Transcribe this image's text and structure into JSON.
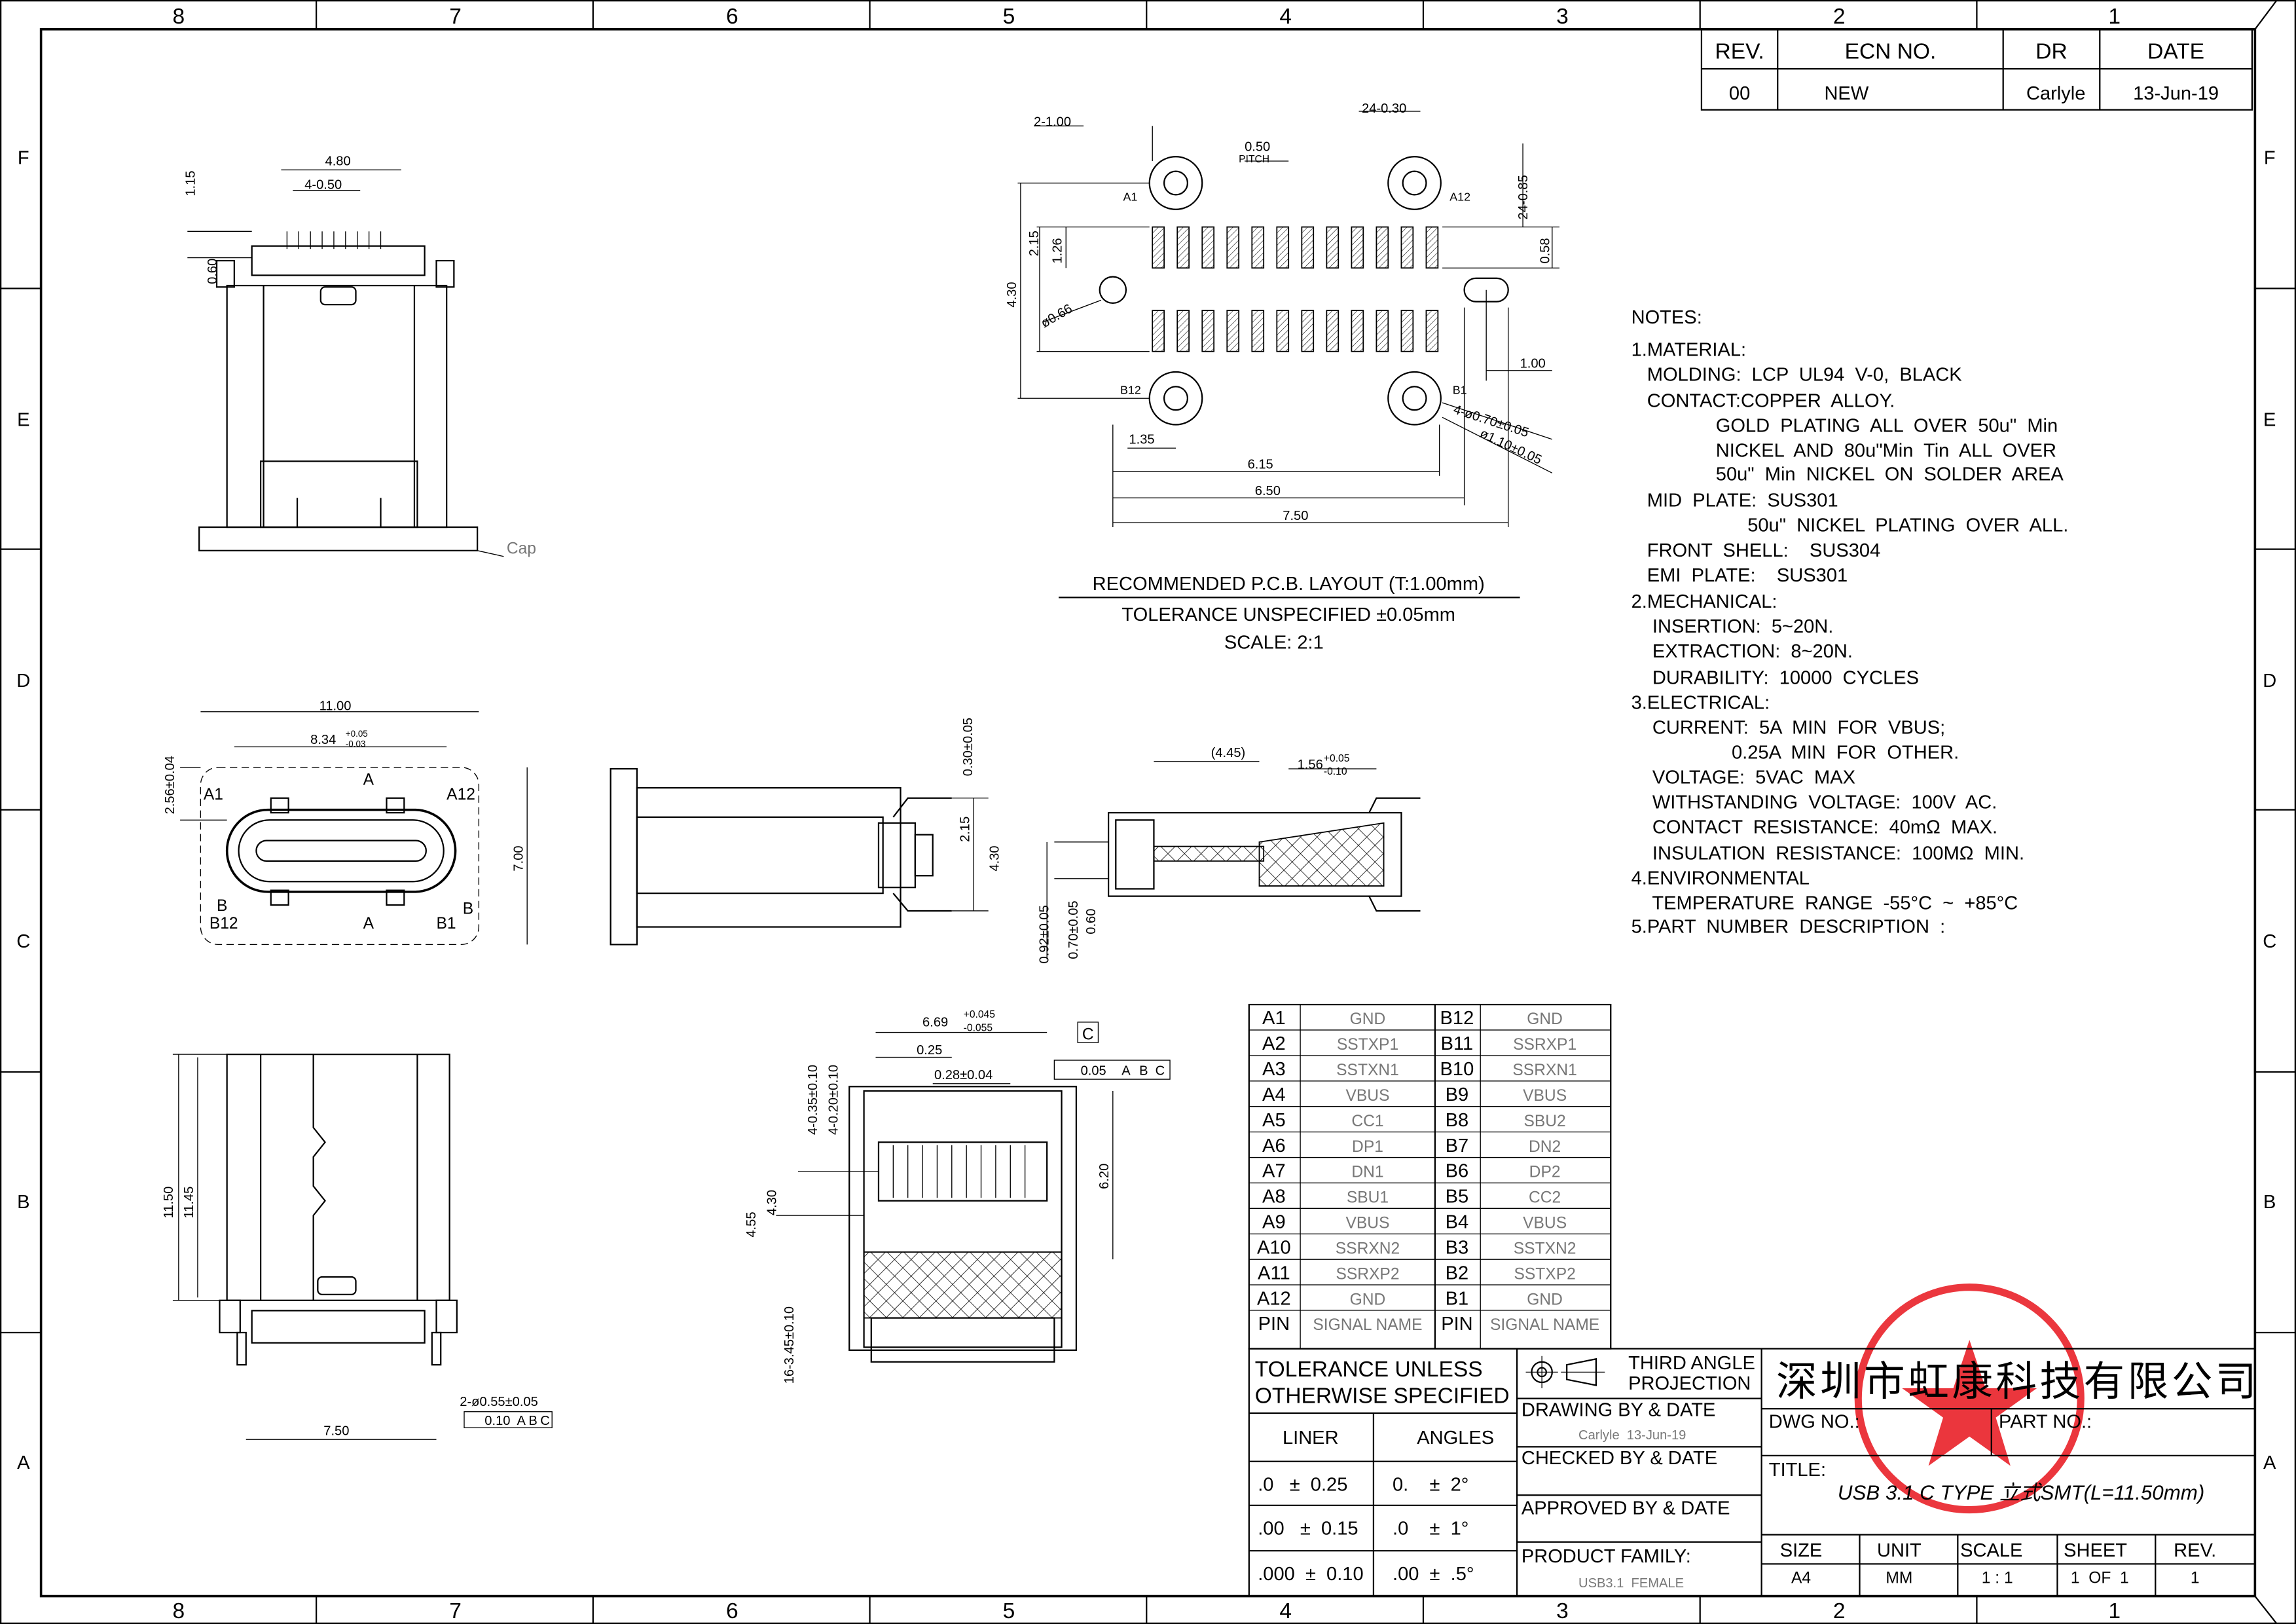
{
  "frame": {
    "columns": [
      "8",
      "7",
      "6",
      "5",
      "4",
      "3",
      "2",
      "1"
    ],
    "rows": [
      "F",
      "E",
      "D",
      "C",
      "B",
      "A"
    ]
  },
  "revision_table": {
    "headers": [
      "REV.",
      "ECN NO.",
      "DR",
      "DATE"
    ],
    "row": [
      "00",
      "NEW",
      "Carlyle",
      "13-Jun-19"
    ]
  },
  "top_view": {
    "dims": [
      "4.80",
      "4-0.50",
      "1.15",
      "0.60"
    ],
    "cap_label": "Cap"
  },
  "pcb_layout": {
    "dims": [
      "2-1.00",
      "24-0.30",
      "0.50",
      "PITCH",
      "24-0.85",
      "2.15",
      "1.26",
      "4.30",
      "0.58",
      "ø0.66",
      "1.00",
      "4-ø0.70±0.05",
      "ø1.10±0.05",
      "1.35",
      "6.15",
      "6.50",
      "7.50"
    ],
    "pin_labels": [
      "A1",
      "A12",
      "B12",
      "B1"
    ],
    "caption": [
      "RECOMMENDED  P.C.B.  LAYOUT  (T:1.00mm)",
      "TOLERANCE  UNSPECIFIED  ±0.05mm",
      "SCALE:  2:1"
    ]
  },
  "front_view": {
    "dims": [
      "11.00",
      "8.34",
      "+0.05",
      "-0.03",
      "2.56±0.04",
      "7.00"
    ],
    "labels": [
      "A1",
      "A12",
      "B12",
      "B1",
      "A",
      "A",
      "B",
      "B"
    ]
  },
  "side_view": {
    "dims": [
      "0.30±0.05",
      "2.15",
      "4.30"
    ]
  },
  "section_view": {
    "dims": [
      "(4.45)",
      "1.56",
      "+0.05",
      "-0.10",
      "0.92±0.05",
      "0.70±0.05",
      "0.60"
    ]
  },
  "bottom_view": {
    "dims": [
      "11.50",
      "11.45",
      "7.50",
      "2-ø0.55±0.05"
    ],
    "gdt": [
      "0.10",
      "A",
      "B",
      "C"
    ]
  },
  "back_view": {
    "dims": [
      "6.69",
      "+0.045",
      "-0.055",
      "0.25",
      "0.28±0.04",
      "4-0.35±0.10",
      "4-0.20±0.10",
      "4.30",
      "4.55",
      "6.20",
      "16-3.45±0.10"
    ],
    "datum": "C",
    "gdt": [
      "0.05",
      "A",
      "B",
      "C"
    ]
  },
  "notes": [
    "NOTES:",
    "1.MATERIAL:",
    "   MOLDING:  LCP  UL94  V-0,  BLACK",
    "   CONTACT:COPPER  ALLOY.",
    "                GOLD  PLATING  ALL  OVER  50u\"  Min",
    "                NICKEL  AND  80u\"Min  Tin  ALL  OVER",
    "                50u\"  Min  NICKEL  ON  SOLDER  AREA",
    "   MID  PLATE:  SUS301",
    "                      50u\"  NICKEL  PLATING  OVER  ALL.",
    "   FRONT  SHELL:    SUS304",
    "   EMI  PLATE:    SUS301",
    "2.MECHANICAL:",
    "    INSERTION:  5~20N.",
    "    EXTRACTION:  8~20N.",
    "    DURABILITY:  10000  CYCLES",
    "3.ELECTRICAL:",
    "    CURRENT:  5A  MIN  FOR  VBUS;",
    "                   0.25A  MIN  FOR  OTHER.",
    "    VOLTAGE:  5VAC  MAX",
    "    WITHSTANDING  VOLTAGE:  100V  AC.",
    "    CONTACT  RESISTANCE:  40mΩ  MAX.",
    "    INSULATION  RESISTANCE:  100MΩ  MIN.",
    "4.ENVIRONMENTAL",
    "    TEMPERATURE  RANGE  -55°C  ~  +85°C",
    "5.PART  NUMBER  DESCRIPTION  :"
  ],
  "pin_table": {
    "rows": [
      [
        "A1",
        "GND",
        "B12",
        "GND"
      ],
      [
        "A2",
        "SSTXP1",
        "B11",
        "SSRXP1"
      ],
      [
        "A3",
        "SSTXN1",
        "B10",
        "SSRXN1"
      ],
      [
        "A4",
        "VBUS",
        "B9",
        "VBUS"
      ],
      [
        "A5",
        "CC1",
        "B8",
        "SBU2"
      ],
      [
        "A6",
        "DP1",
        "B7",
        "DN2"
      ],
      [
        "A7",
        "DN1",
        "B6",
        "DP2"
      ],
      [
        "A8",
        "SBU1",
        "B5",
        "CC2"
      ],
      [
        "A9",
        "VBUS",
        "B4",
        "VBUS"
      ],
      [
        "A10",
        "SSRXN2",
        "B3",
        "SSTXN2"
      ],
      [
        "A11",
        "SSRXP2",
        "B2",
        "SSTXP2"
      ],
      [
        "A12",
        "GND",
        "B1",
        "GND"
      ]
    ],
    "headers": [
      "PIN",
      "SIGNAL NAME",
      "PIN",
      "SIGNAL NAME"
    ]
  },
  "title_block": {
    "tolerance_title": [
      "TOLERANCE  UNLESS",
      "OTHERWISE  SPECIFIED"
    ],
    "liner_label": "LINER",
    "angles_label": "ANGLES",
    "liner": [
      ".0   ±  0.25",
      ".00   ±  0.15",
      ".000  ±  0.10"
    ],
    "angles": [
      "0.    ±  2°",
      ".0    ±  1°",
      ".00  ±  .5°"
    ],
    "projection": [
      "THIRD  ANGLE",
      "PROJECTION"
    ],
    "drawing_by_label": "DRAWING  BY  &  DATE",
    "drawing_by_value": "Carlyle  13-Jun-19",
    "checked_by_label": "CHECKED  BY  &  DATE",
    "approved_by_label": "APPROVED  BY  &  DATE",
    "product_family_label": "PRODUCT  FAMILY:",
    "product_family_value": "USB3.1  FEMALE",
    "company": "深圳市虹康科技有限公司",
    "dwg_no_label": "DWG  NO.:",
    "part_no_label": "PART  NO.:",
    "title_label": "TITLE:",
    "title_value": "USB 3.1 C TYPE 立式SMT(L=11.50mm)",
    "bottom_headers": [
      "SIZE",
      "UNIT",
      "SCALE",
      "SHEET",
      "REV."
    ],
    "bottom_values": [
      "A4",
      "MM",
      "1 : 1",
      "1  OF  1",
      "1"
    ]
  },
  "stamp": {
    "color": "#e8141c"
  }
}
